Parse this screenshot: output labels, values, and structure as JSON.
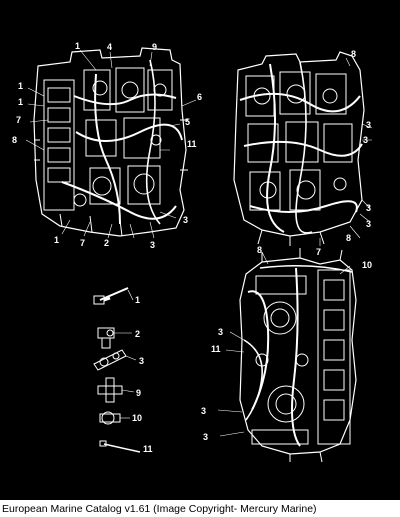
{
  "callouts": {
    "c1a": "1",
    "c4": "4",
    "c9": "9",
    "c1b": "1",
    "c1c": "1",
    "c6": "6",
    "c7a": "7",
    "c5": "5",
    "c8a": "8",
    "c11a": "11",
    "c3a": "3",
    "c1d": "1",
    "c7b": "7",
    "c2": "2",
    "c3b": "3",
    "c8b": "8",
    "c3c": "3",
    "c3d": "3",
    "c3e": "3",
    "c3f": "3",
    "c8c": "8",
    "c7c": "7",
    "c8d": "8",
    "c10a": "10",
    "c3g": "3",
    "c11b": "11",
    "c3h": "3",
    "c3i": "3",
    "p1": "1",
    "p2": "2",
    "p3": "3",
    "p9": "9",
    "p10": "10",
    "p11": "11"
  },
  "footer": {
    "caption": "European Marine Catalog v1.61 (Image Copyright- Mercury Marine)"
  }
}
